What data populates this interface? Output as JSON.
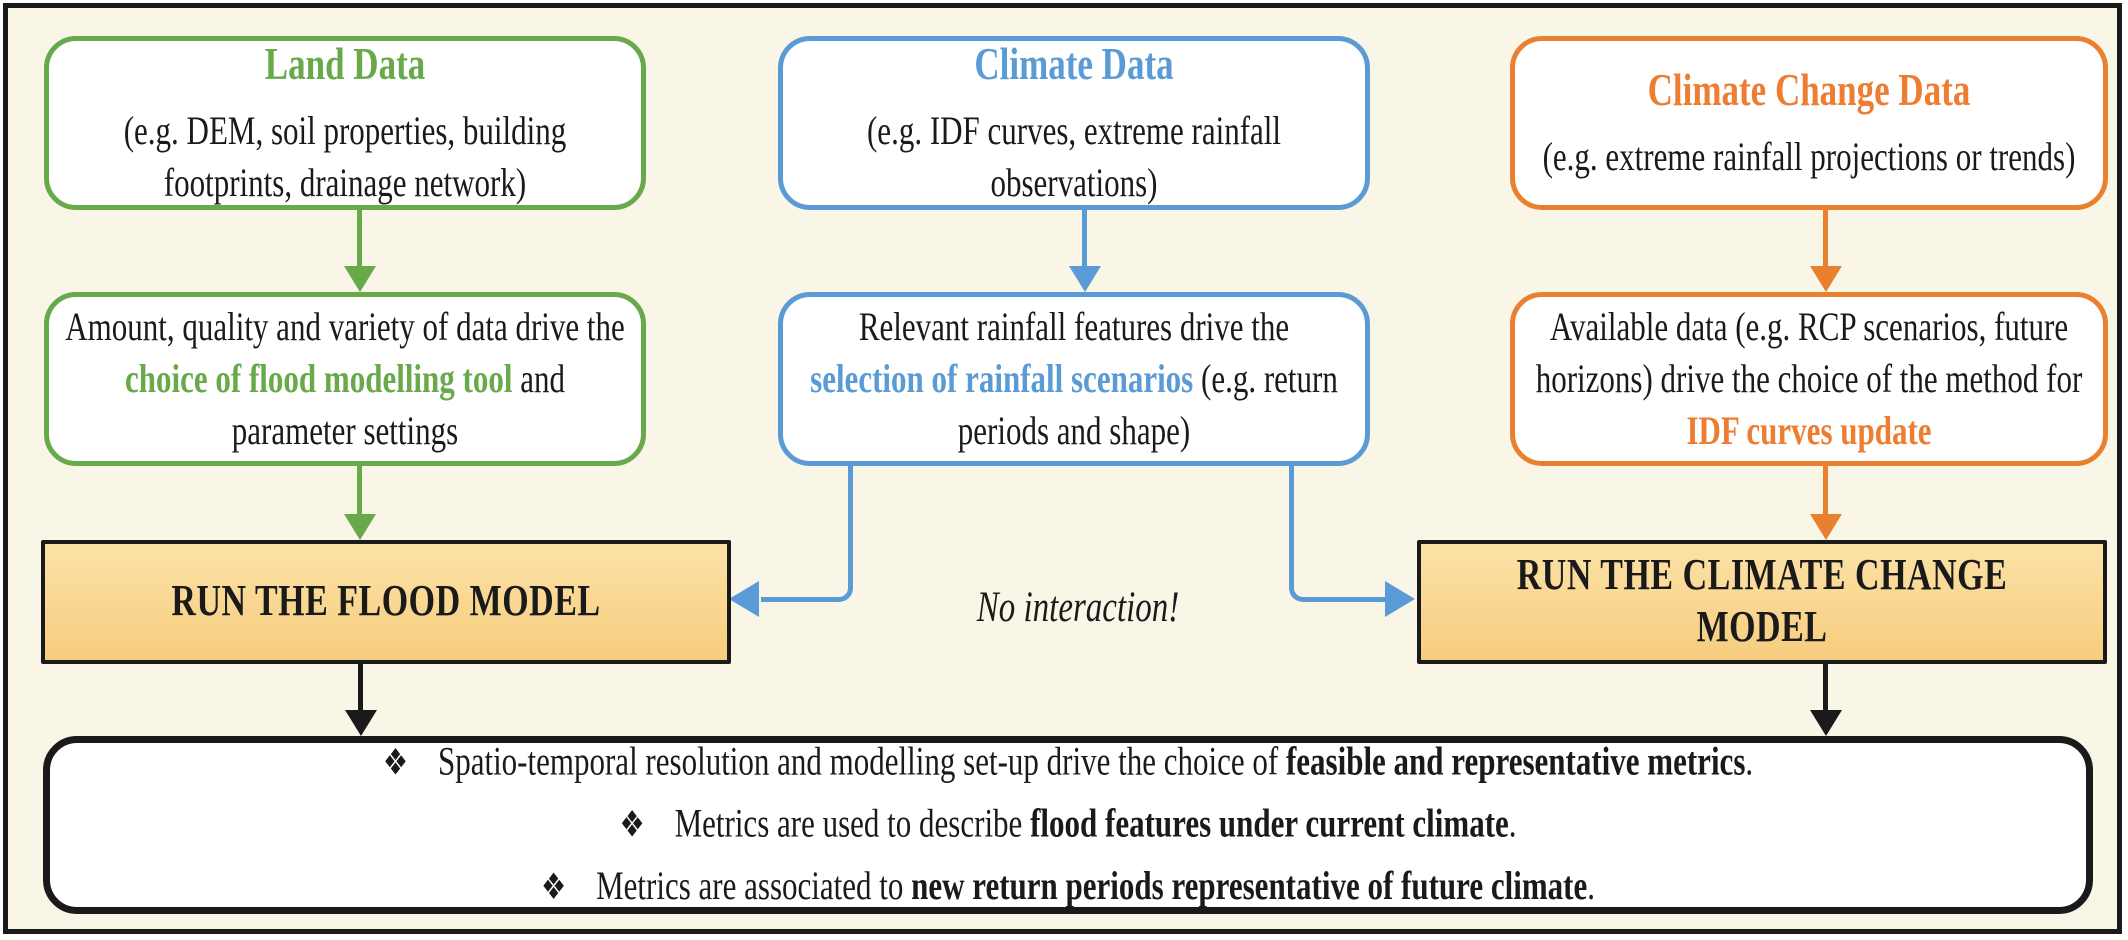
{
  "figure": {
    "type": "flowchart",
    "background_color": "#F9F5E7",
    "frame_color": "#1A1A1A"
  },
  "colors": {
    "green": "#68A94A",
    "blue": "#5B9BD5",
    "orange": "#ED7D31",
    "run_box_gradient_top": "#FCE2A6",
    "run_box_gradient_bottom": "#F6CD7F",
    "text": "#1A1A1A"
  },
  "columns": {
    "land": {
      "title": "Land Data",
      "subtitle": "(e.g. DEM, soil properties, building footprints, drainage network)",
      "process": {
        "parts": [
          {
            "text": "Amount, quality and variety of data drive the "
          },
          {
            "text": "choice of flood modelling tool",
            "style": "emphasis-green"
          },
          {
            "text": " and parameter settings"
          }
        ]
      }
    },
    "climate": {
      "title": "Climate Data",
      "subtitle": "(e.g. IDF curves, extreme rainfall observations)",
      "process": {
        "parts": [
          {
            "text": "Relevant rainfall features drive the "
          },
          {
            "text": "selection of rainfall scenarios",
            "style": "emphasis-blue"
          },
          {
            "text": " (e.g. return periods and shape)"
          }
        ]
      }
    },
    "climate_change": {
      "title": "Climate Change Data",
      "subtitle": "(e.g. extreme rainfall projections or trends)",
      "process": {
        "parts": [
          {
            "text": "Available data (e.g. RCP scenarios, future horizons) drive the choice of the method for "
          },
          {
            "text": "IDF curves update",
            "style": "emphasis-orange"
          }
        ]
      }
    }
  },
  "run_boxes": {
    "flood_label": "RUN THE FLOOD MODEL",
    "climate_change_label": "RUN THE CLIMATE CHANGE MODEL"
  },
  "annotations": {
    "no_interaction": "No interaction!"
  },
  "metrics": {
    "bullet_glyph": "❖",
    "items": [
      {
        "parts": [
          {
            "text": "Spatio-temporal resolution and modelling set-up drive the choice of "
          },
          {
            "text": "feasible and representative metrics",
            "style": "bold"
          },
          {
            "text": "."
          }
        ]
      },
      {
        "parts": [
          {
            "text": "Metrics are used to describe "
          },
          {
            "text": "flood features under current climate",
            "style": "bold"
          },
          {
            "text": "."
          }
        ]
      },
      {
        "parts": [
          {
            "text": "Metrics are associated to "
          },
          {
            "text": "new return periods representative of future climate",
            "style": "bold"
          },
          {
            "text": "."
          }
        ]
      }
    ]
  }
}
